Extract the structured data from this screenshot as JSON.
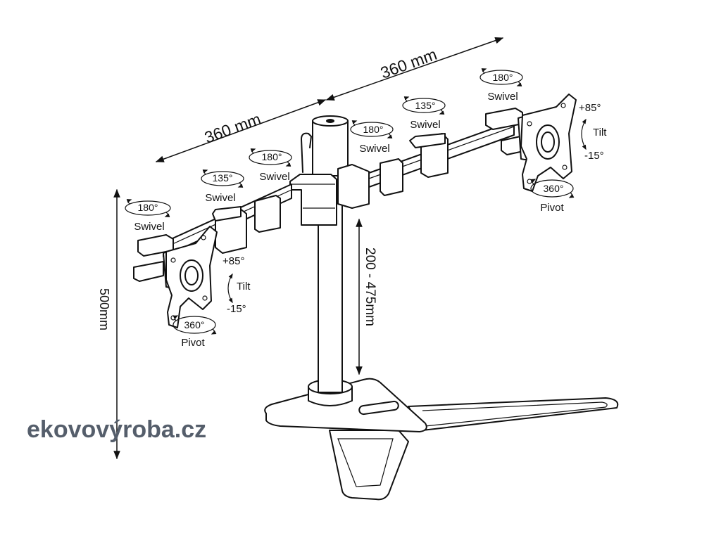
{
  "dimensions": {
    "arm_left": "360 mm",
    "arm_right": "360 mm",
    "total_height": "500mm",
    "height_range": "200 - 475mm"
  },
  "swivels": {
    "left_outer": {
      "angle": "180°",
      "label": "Swivel"
    },
    "left_middle": {
      "angle": "135°",
      "label": "Swivel"
    },
    "left_inner": {
      "angle": "180°",
      "label": "Swivel"
    },
    "right_inner": {
      "angle": "180°",
      "label": "Swivel"
    },
    "right_middle": {
      "angle": "135°",
      "label": "Swivel"
    },
    "right_outer": {
      "angle": "180°",
      "label": "Swivel"
    }
  },
  "left_mount": {
    "tilt_up": "+85°",
    "tilt": "Tilt",
    "tilt_down": "-15°",
    "pivot_angle": "360°",
    "pivot": "Pivot"
  },
  "right_mount": {
    "tilt_up": "+85°",
    "tilt": "Tilt",
    "tilt_down": "-15°",
    "pivot_angle": "360°",
    "pivot": "Pivot"
  },
  "watermark": "ekovovýroba.cz",
  "colors": {
    "line": "#111111",
    "logo_light": "#7da7d6",
    "logo_dark": "#555e6b"
  }
}
